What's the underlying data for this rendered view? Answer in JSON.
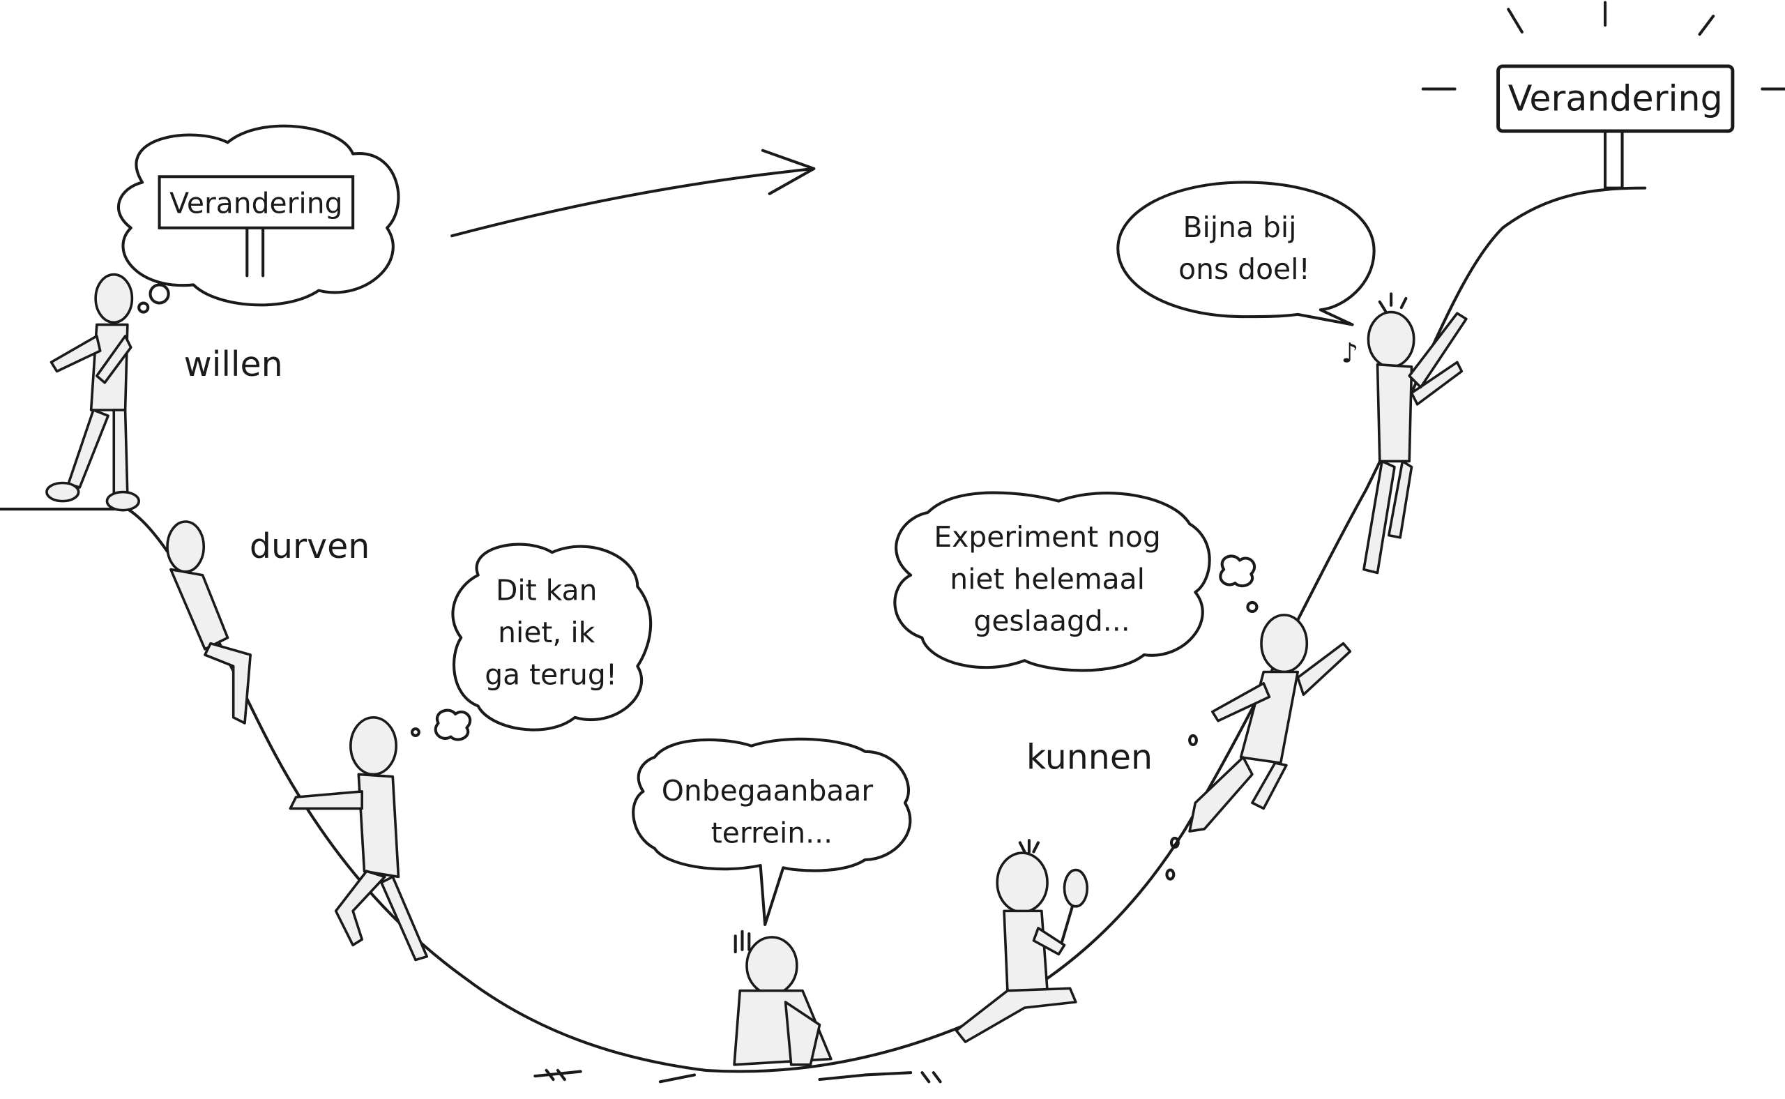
{
  "goal_sign": {
    "label": "Verandering"
  },
  "thought_sign": {
    "label": "Verandering"
  },
  "stages": {
    "willen": "willen",
    "durven": "durven",
    "kunnen": "kunnen"
  },
  "bubbles": {
    "dit_kan_niet": [
      "Dit kan",
      "niet, ik",
      "ga terug!"
    ],
    "onbegaanbaar": [
      "Onbegaanbaar",
      "terrein..."
    ],
    "experiment": [
      "Experiment nog",
      "niet helemaal",
      "geslaagd..."
    ],
    "bijna": [
      "Bijna bij",
      "ons doel!"
    ]
  },
  "colors": {
    "ink": "#1a1a1a",
    "figure_fill": "#f0f0f0",
    "background": "#ffffff"
  }
}
